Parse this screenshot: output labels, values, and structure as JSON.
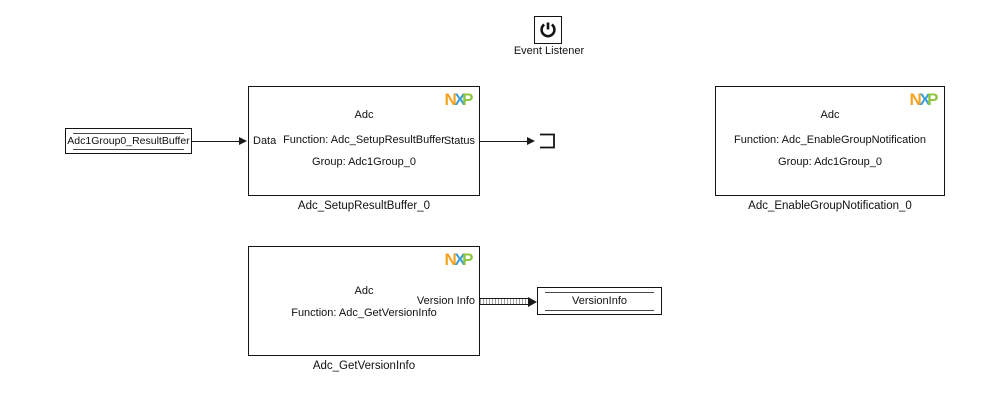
{
  "diagram": {
    "event_listener": {
      "label": "Event Listener"
    },
    "source_block": {
      "label": "Adc1Group0_ResultBuffer"
    },
    "sink_block": {
      "label": "VersionInfo"
    },
    "setup_block": {
      "title": "Adc",
      "function": "Function: Adc_SetupResultBuffer",
      "group": "Group: Adc1Group_0",
      "caption": "Adc_SetupResultBuffer_0",
      "input_port": "Data",
      "output_port": "Status"
    },
    "enable_block": {
      "title": "Adc",
      "function": "Function: Adc_EnableGroupNotification",
      "group": "Group: Adc1Group_0",
      "caption": "Adc_EnableGroupNotification_0"
    },
    "getversion_block": {
      "title": "Adc",
      "function": "Function: Adc_GetVersionInfo",
      "caption": "Adc_GetVersionInfo",
      "output_port": "Version Info"
    },
    "logo": {
      "n": "N",
      "x": "X",
      "p": "P"
    },
    "colors": {
      "logo_n": "#F5A31F",
      "logo_x": "#3D9FD6",
      "logo_p": "#8DC63F",
      "wire": "#1a1a1a"
    }
  }
}
